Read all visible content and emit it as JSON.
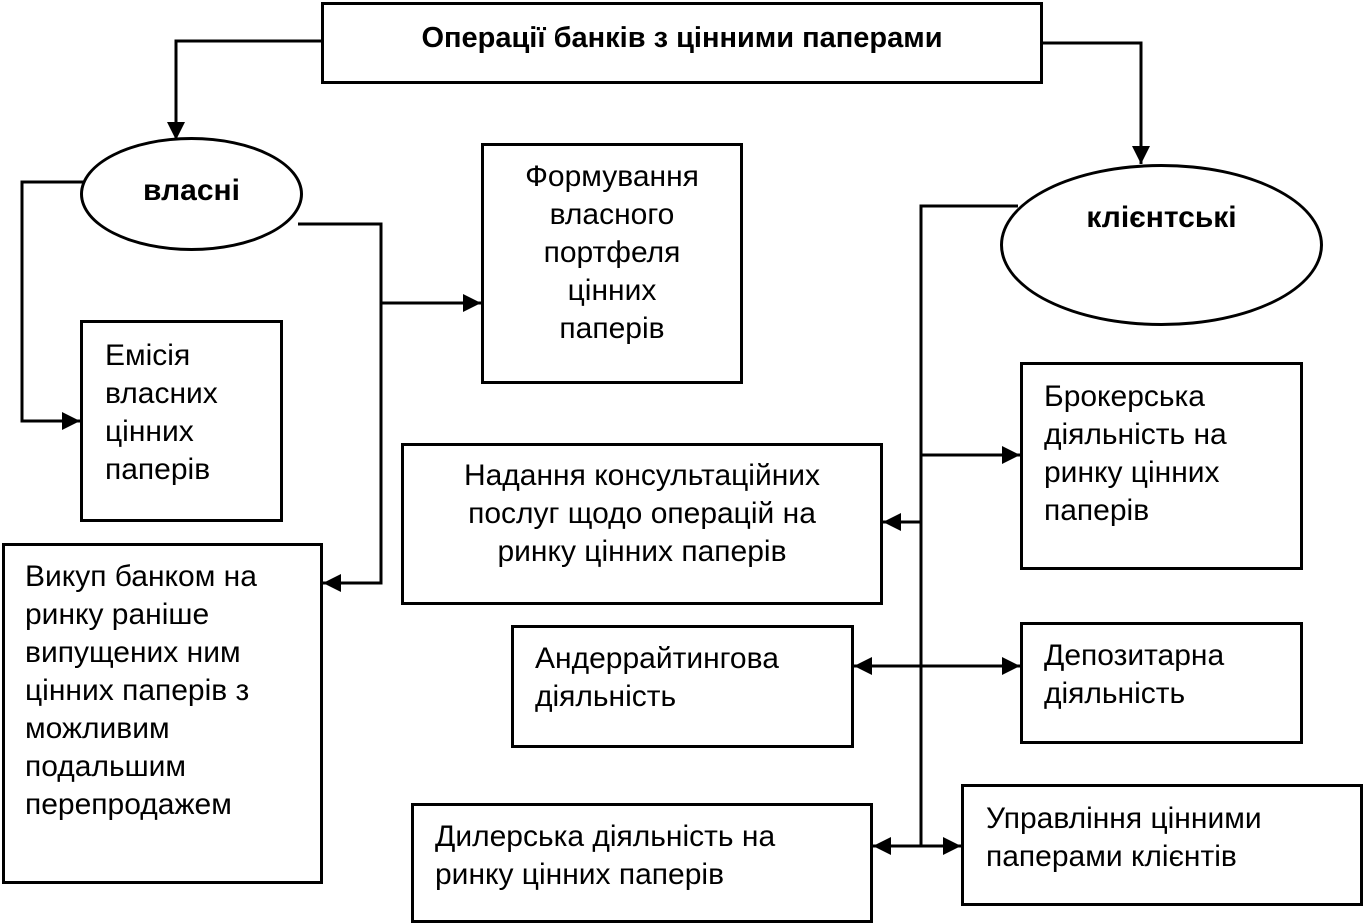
{
  "diagram": {
    "title": "Операції банків з цінними паперами",
    "own": "власні",
    "client": "клієнтські",
    "own_items": {
      "emission": "Емісія\nвласних\nцінних\nпаперів",
      "portfolio": "Формування\nвласного\nпортфеля\nцінних\nпаперів",
      "buyback": "Викуп банком на\nринку раніше\nвипущених ним\nцінних паперів з\nможливим\nподальшим\nперепродажем"
    },
    "client_items": {
      "consulting": "Надання консультаційних\nпослуг щодо операцій на\nринку цінних паперів",
      "brokerage": "Брокерська\nдіяльність на\nринку цінних\nпаперів",
      "underwriting": "Андеррайтингова\nдіяльність",
      "depository": "Депозитарна\nдіяльність",
      "dealer": "Дилерська діяльність на\nринку цінних паперів",
      "management": "Управління цінними\nпаперами клієнтів"
    }
  }
}
